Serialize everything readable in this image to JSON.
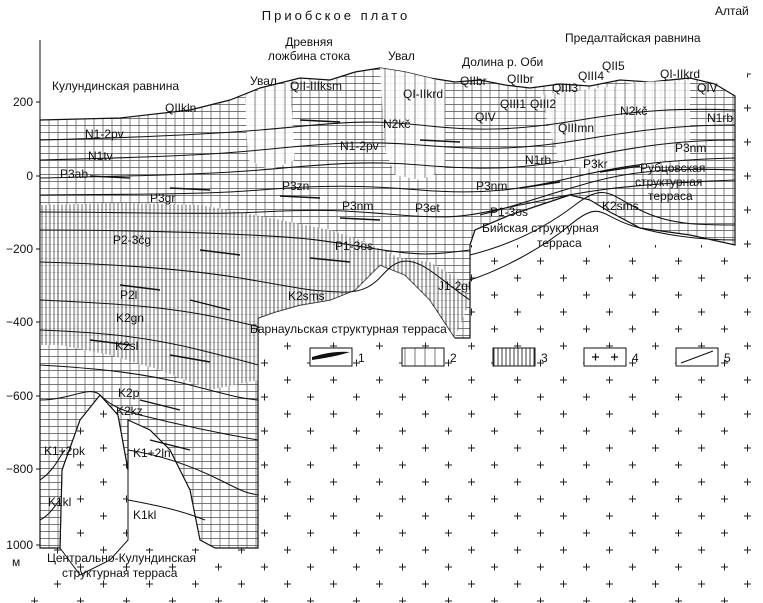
{
  "title": "Приобское плато",
  "region_labels": {
    "altai": "Алтай",
    "drevnyaya_1": "Древняя",
    "drevnyaya_2": "ложбина стока",
    "uval_left": "Увал",
    "uval_right": "Увал",
    "dolina": "Долина р. Оби",
    "predaltai": "Предалтайская равнина",
    "kulunda": "Кулундинская равнина",
    "biysk_1": "Бийская структурная",
    "biysk_2": "терраса",
    "rubtsovsk_1": "Рубцовская",
    "rubtsovsk_2": "структурная",
    "rubtsovsk_3": "терраса",
    "barnaul": "Барнаульская структурная терраса",
    "central_1": "Центрально-Кулундинская",
    "central_2": "структурная терраса"
  },
  "y_axis": {
    "ticks": [
      "200",
      "0",
      "−200",
      "−400",
      "−600",
      "−800",
      "1000"
    ],
    "unit": "м"
  },
  "legend": [
    "1",
    "2",
    "3",
    "4",
    "5"
  ],
  "strata": {
    "QIIkln": "QIIkln",
    "QII_IIIksm": "QII-IIIksm",
    "QI_IIkrd": "QI-IIkrd",
    "QIIbr_a": "QIIbr",
    "QIIbr_b": "QIIbr",
    "QIII3": "QIII3",
    "QIII4": "QIII4",
    "QII5": "QII5",
    "QI_IIkrd_r": "QI-IIkrd",
    "QIV_a": "QIV",
    "QIV_b": "QIV",
    "QIII1": "QIII1",
    "QIII2": "QIII2",
    "QIIImn": "QIIImn",
    "N2kc_a": "N2kč",
    "N2kc_b": "N2kč",
    "N1rb_a": "N1rb",
    "N1rb_b": "N1rb",
    "N1_2pv_a": "N1-2pv",
    "N1_2pv_b": "N1-2pv",
    "N1tv": "N1tv",
    "P3ab": "P3ab",
    "P3gr": "P3gr",
    "P3zn": "P3zn",
    "P3nm_a": "P3nm",
    "P3nm_b": "P3nm",
    "P3nm_c": "P3nm",
    "P3et": "P3et",
    "P3kr": "P3kr",
    "P1_3os_a": "P1-3os",
    "P1_3os_b": "P1-3os",
    "P2_3cg": "P2-3čg",
    "P2l": "P2l",
    "K2sms_a": "K2sms",
    "K2sms_b": "K2sms",
    "J1_2gl": "J1-2gl",
    "K2gn": "K2gn",
    "K2sl": "K2sl",
    "K2p": "K2p",
    "K2kz": "K2kz",
    "K1_2pk": "K1+2pk",
    "K1_2ln": "K1+2ln",
    "K1kl_a": "K1kl",
    "K1kl_b": "K1kl"
  }
}
